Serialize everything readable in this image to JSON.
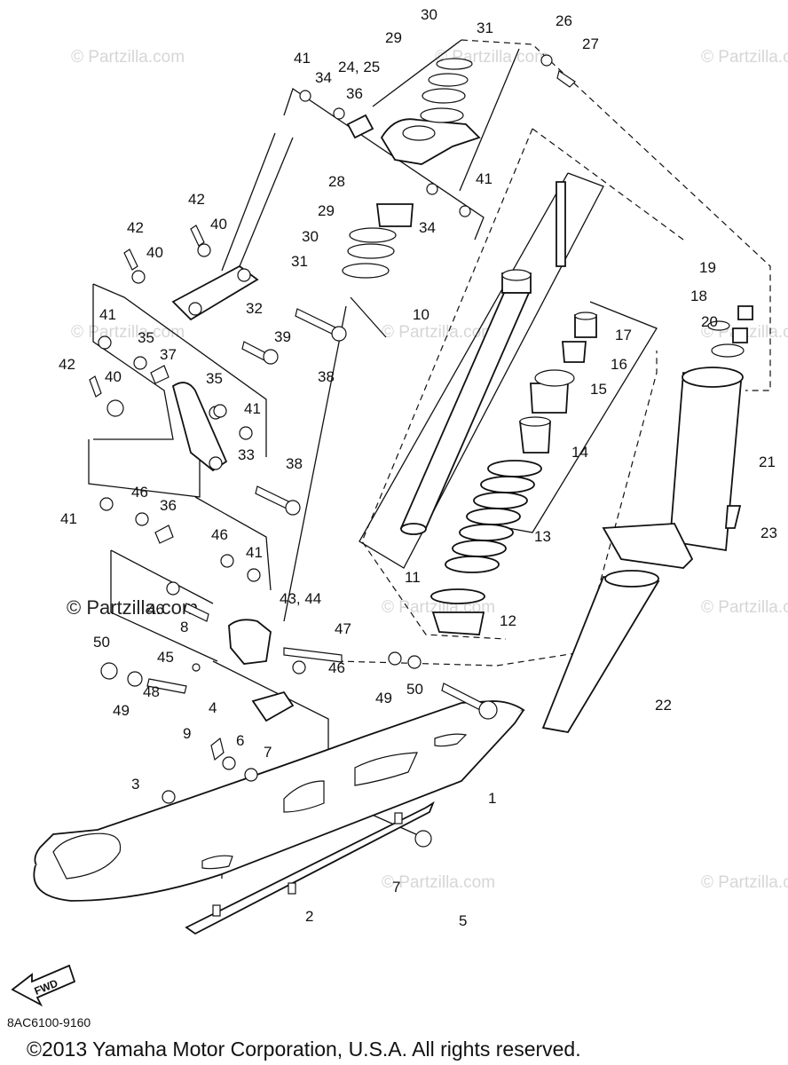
{
  "watermarks": [
    "© Partzilla.com",
    "© Partzilla.com",
    "© Partzilla.com",
    "© Partzilla.com",
    "© Partzilla.com",
    "© Partzilla.com",
    "© Partzilla.com",
    "© Partzilla.com",
    "© Partzilla.com",
    "© Partzilla.com"
  ],
  "watermark_prominent": "© Partzilla.com",
  "labels": [
    "30",
    "31",
    "26",
    "27",
    "29",
    "24, 25",
    "41",
    "34",
    "36",
    "41",
    "34",
    "28",
    "29",
    "30",
    "31",
    "42",
    "40",
    "42",
    "40",
    "32",
    "39",
    "38",
    "10",
    "19",
    "18",
    "20",
    "17",
    "16",
    "15",
    "41",
    "35",
    "37",
    "42",
    "40",
    "35",
    "41",
    "33",
    "38",
    "14",
    "21",
    "23",
    "13",
    "41",
    "46",
    "36",
    "46",
    "41",
    "11",
    "12",
    "46",
    "8",
    "43, 44",
    "47",
    "50",
    "45",
    "46",
    "49",
    "50",
    "48",
    "49",
    "22",
    "4",
    "9",
    "6",
    "7",
    "1",
    "3",
    "7",
    "5",
    "2"
  ],
  "fwd_label": "FWD",
  "diagram_code": "8AC6100-9160",
  "copyright": "©2013  Yamaha Motor Corporation, U.S.A. All rights reserved."
}
